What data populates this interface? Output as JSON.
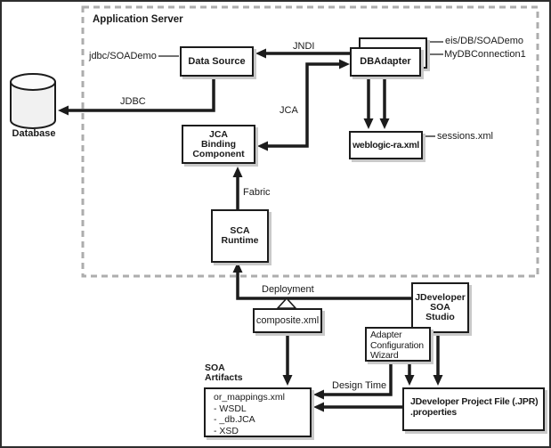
{
  "app_server": {
    "label": "Application Server"
  },
  "nodes": {
    "database": {
      "label": "Database"
    },
    "data_source": {
      "label": "Data Source",
      "jndi_name": "jdbc/SOADemo"
    },
    "db_adapter": {
      "label": "DBAdapter",
      "callouts": [
        "eis/DB/SOADemo",
        "MyDBConnection1"
      ]
    },
    "weblogic_ra": {
      "label": "weblogic-ra.xml",
      "callout": "sessions.xml"
    },
    "jca_binding": {
      "lines": [
        "JCA",
        "Binding",
        "Component"
      ]
    },
    "sca_runtime": {
      "lines": [
        "SCA",
        "Runtime"
      ]
    },
    "composite": {
      "label": "composite.xml"
    },
    "jdev_studio": {
      "lines": [
        "JDeveloper",
        "SOA",
        "Studio"
      ]
    },
    "adapter_wizard": {
      "lines": [
        "Adapter",
        "Configuration",
        "Wizard"
      ]
    },
    "soa_artifacts": {
      "heading": [
        "SOA",
        "Artifacts"
      ],
      "items": [
        "or_mappings.xml",
        "- WSDL",
        "- _db.JCA",
        "- XSD"
      ]
    },
    "jpr_file": {
      "lines": [
        "JDeveloper Project File (.JPR)",
        ".properties"
      ]
    }
  },
  "edges": {
    "jndi": "JNDI",
    "jdbc": "JDBC",
    "jca": "JCA",
    "fabric": "Fabric",
    "deployment": "Deployment",
    "design_time": "Design Time"
  }
}
